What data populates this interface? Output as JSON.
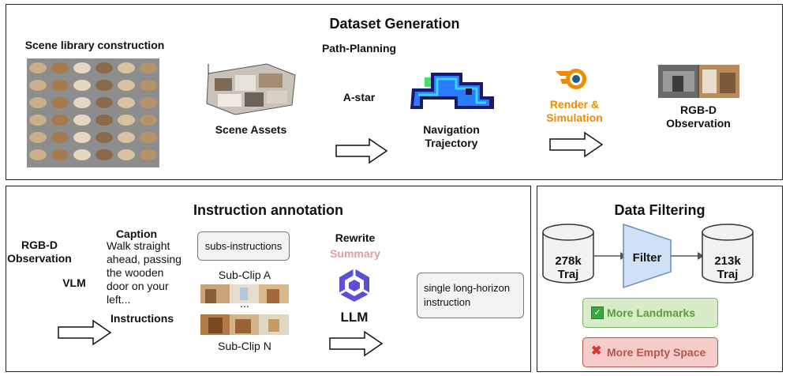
{
  "dataset": {
    "title": "Dataset Generation",
    "scene_library": "Scene library construction",
    "path_planning": "Path-Planning",
    "astar": "A-star",
    "scene_assets": "Scene Assets",
    "nav_traj": "Navigation\nTrajectory",
    "render_sim": "Render &\nSimulation",
    "rgbd_obs": "RGB-D\nObservation"
  },
  "instruction": {
    "title": "Instruction annotation",
    "rgbd_obs": "RGB-D\nObservation",
    "vlm": "VLM",
    "caption": "Caption",
    "caption_text": "Walk straight\nahead, passing\nthe wooden\ndoor on your\nleft...",
    "instructions": "Instructions",
    "subs_box": "subs-instructions",
    "sub_clip_a": "Sub-Clip A",
    "ellipsis": "...",
    "sub_clip_n": "Sub-Clip N",
    "rewrite": "Rewrite",
    "summary": "Summary",
    "llm": "LLM",
    "long_box": "single long-horizon\ninstruction"
  },
  "filtering": {
    "title": "Data Filtering",
    "in_count": "278k\nTraj",
    "filter": "Filter",
    "out_count": "213k\nTraj",
    "more_landmarks": "More Landmarks",
    "more_empty": "More Empty Space"
  },
  "colors": {
    "render_orange": "#f08a00",
    "summary_pink": "#e79ba5",
    "filter_blue": "#cfe0f7",
    "green_bg": "#d8ecc9",
    "green_border": "#82b366",
    "green_text": "#5c9b3a",
    "red_bg": "#f6cccb",
    "red_border": "#b85450",
    "red_text": "#b85450",
    "llm_purple": "#5b4fd6"
  }
}
